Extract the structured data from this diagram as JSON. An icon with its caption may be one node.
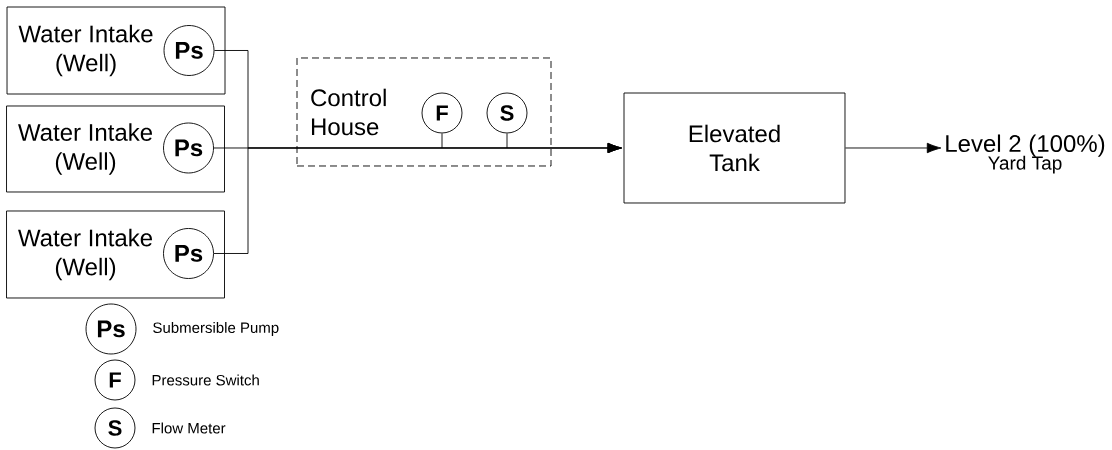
{
  "diagram": {
    "nodes": [
      {
        "text": [
          "Water Intake (Well)"
        ]
      },
      {
        "text": [
          "Ps"
        ],
        "in": 0
      },
      {
        "text": [
          "Water Intake (Well)"
        ]
      },
      {
        "text": [
          "Ps"
        ],
        "in": 2
      },
      {
        "text": [
          "Water Intake (Well)"
        ]
      },
      {
        "text": [
          "Ps"
        ],
        "in": 4
      },
      {
        "text": [
          "Control House"
        ]
      },
      {
        "text": [
          "F"
        ],
        "in": 6
      },
      {
        "text": [
          "S"
        ],
        "in": 6
      },
      {
        "text": [
          "Elevated Tank"
        ]
      },
      {
        "text": [
          "Level 2 (100%)",
          "Yard Tap"
        ]
      },
      {
        "text": [
          "Ps"
        ],
        "beside": [
          "Submersible Pump"
        ]
      },
      {
        "text": [
          "F"
        ],
        "beside": [
          "Pressure Switch"
        ]
      },
      {
        "text": [
          "S"
        ],
        "beside": [
          "Flow Meter"
        ]
      }
    ],
    "edges": [
      {
        "from": 1,
        "to": 9,
        "arrow": "to"
      },
      {
        "from": 3,
        "to": 9,
        "arrow": "to"
      },
      {
        "from": 5,
        "to": 9,
        "arrow": "to"
      },
      {
        "from": 7,
        "to": null,
        "arrow": "none"
      },
      {
        "from": 8,
        "to": null,
        "arrow": "none"
      },
      {
        "from": 9,
        "to": 10,
        "arrow": "to"
      }
    ]
  }
}
